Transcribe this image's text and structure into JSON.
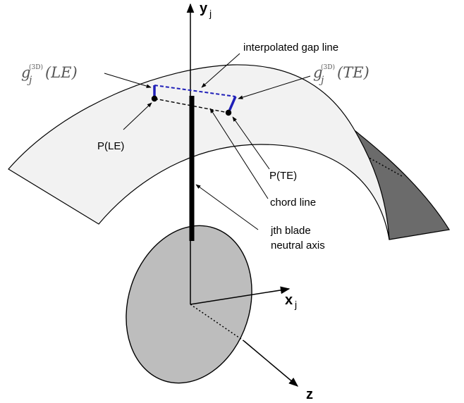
{
  "labels": {
    "interpolated_gap_line": "interpolated gap line",
    "p_le": "P(LE)",
    "p_te": "P(TE)",
    "chord_line": "chord line",
    "neutral_axis_line1": "jth blade",
    "neutral_axis_line2": "neutral axis"
  },
  "math": {
    "g_le": {
      "base": "g",
      "sub": "j",
      "sup": "(3D)",
      "arg": "(LE)"
    },
    "g_te": {
      "base": "g",
      "sub": "j",
      "sup": "(3D)",
      "arg": "(TE)"
    }
  },
  "axes": {
    "y": {
      "base": "y",
      "sub": "j"
    },
    "x": {
      "base": "x",
      "sub": "j"
    },
    "z": {
      "base": "z"
    }
  },
  "colors": {
    "blade_surface": "#f2f2f2",
    "blade_underside": "#6b6b6b",
    "hub": "#bdbdbd",
    "gap_line": "#1f1fb8",
    "outline": "#000000"
  }
}
